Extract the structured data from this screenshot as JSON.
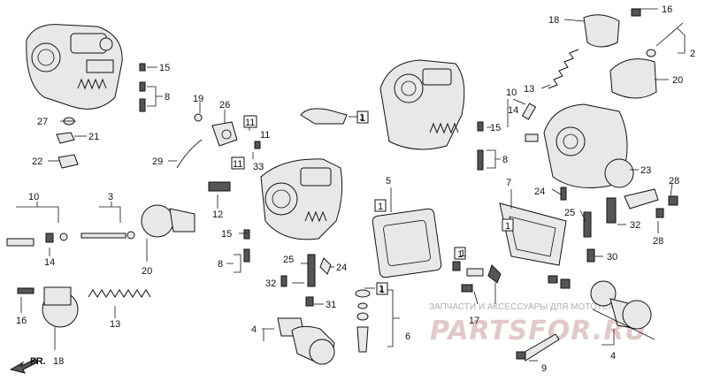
{
  "watermark": {
    "line1": "ЗАПЧАСТИ И АКСЕССУАРЫ ДЛЯ МОТОТЕХНИКИ",
    "line2": "PARTSFOR.RU"
  },
  "direction_arrow": {
    "text": "FR."
  },
  "boxed_labels": [
    "1",
    "1",
    "11",
    "11",
    "1",
    "1",
    "1"
  ],
  "callouts": [
    "15",
    "8",
    "27",
    "21",
    "22",
    "19",
    "26",
    "29",
    "33",
    "11",
    "10",
    "3",
    "14",
    "20",
    "16",
    "13",
    "18",
    "12",
    "15",
    "8",
    "25",
    "32",
    "24",
    "31",
    "5",
    "7",
    "4",
    "6",
    "17",
    "9",
    "16",
    "18",
    "2",
    "20",
    "13",
    "10",
    "14",
    "15",
    "8",
    "23",
    "24",
    "25",
    "28",
    "28",
    "32",
    "30",
    "4",
    "1",
    "1",
    "1"
  ]
}
